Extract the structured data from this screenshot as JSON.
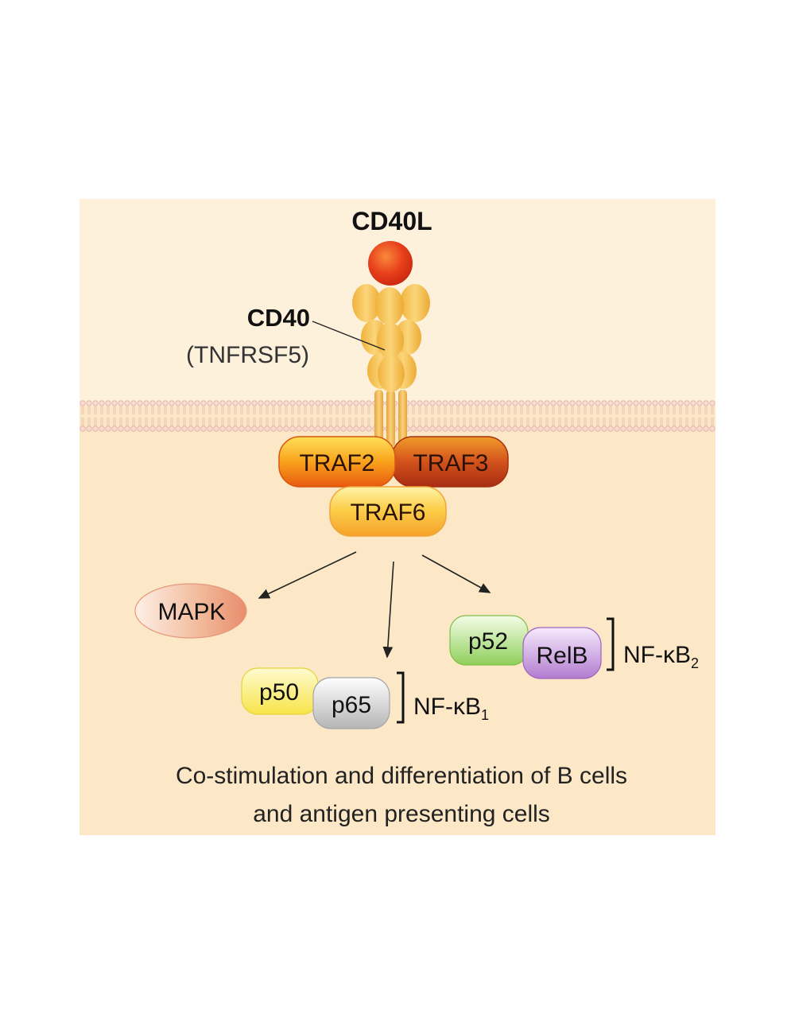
{
  "ligand": {
    "label": "CD40L"
  },
  "receptor": {
    "label": "CD40",
    "alias": "(TNFRSF5)"
  },
  "adaptors": {
    "traf2": "TRAF2",
    "traf3": "TRAF3",
    "traf6": "TRAF6"
  },
  "outputs": {
    "mapk": "MAPK",
    "p50": "p50",
    "p65": "p65",
    "nfkb1": {
      "prefix": "NF-",
      "kappa": "κ",
      "letter": "B",
      "sub": "1"
    },
    "p52": "p52",
    "relb": "RelB",
    "nfkb2": {
      "prefix": "NF-",
      "kappa": "κ",
      "letter": "B",
      "sub": "2"
    }
  },
  "caption": {
    "line1": "Co-stimulation and differentiation of B cells",
    "line2": "and antigen presenting cells"
  },
  "colors": {
    "panel_bg": "#fdf1dc",
    "cell_bg": "#fce8c6",
    "membrane": "#f2cfc8",
    "receptor": "#f4bf4d",
    "ligand": "#e8351c"
  }
}
